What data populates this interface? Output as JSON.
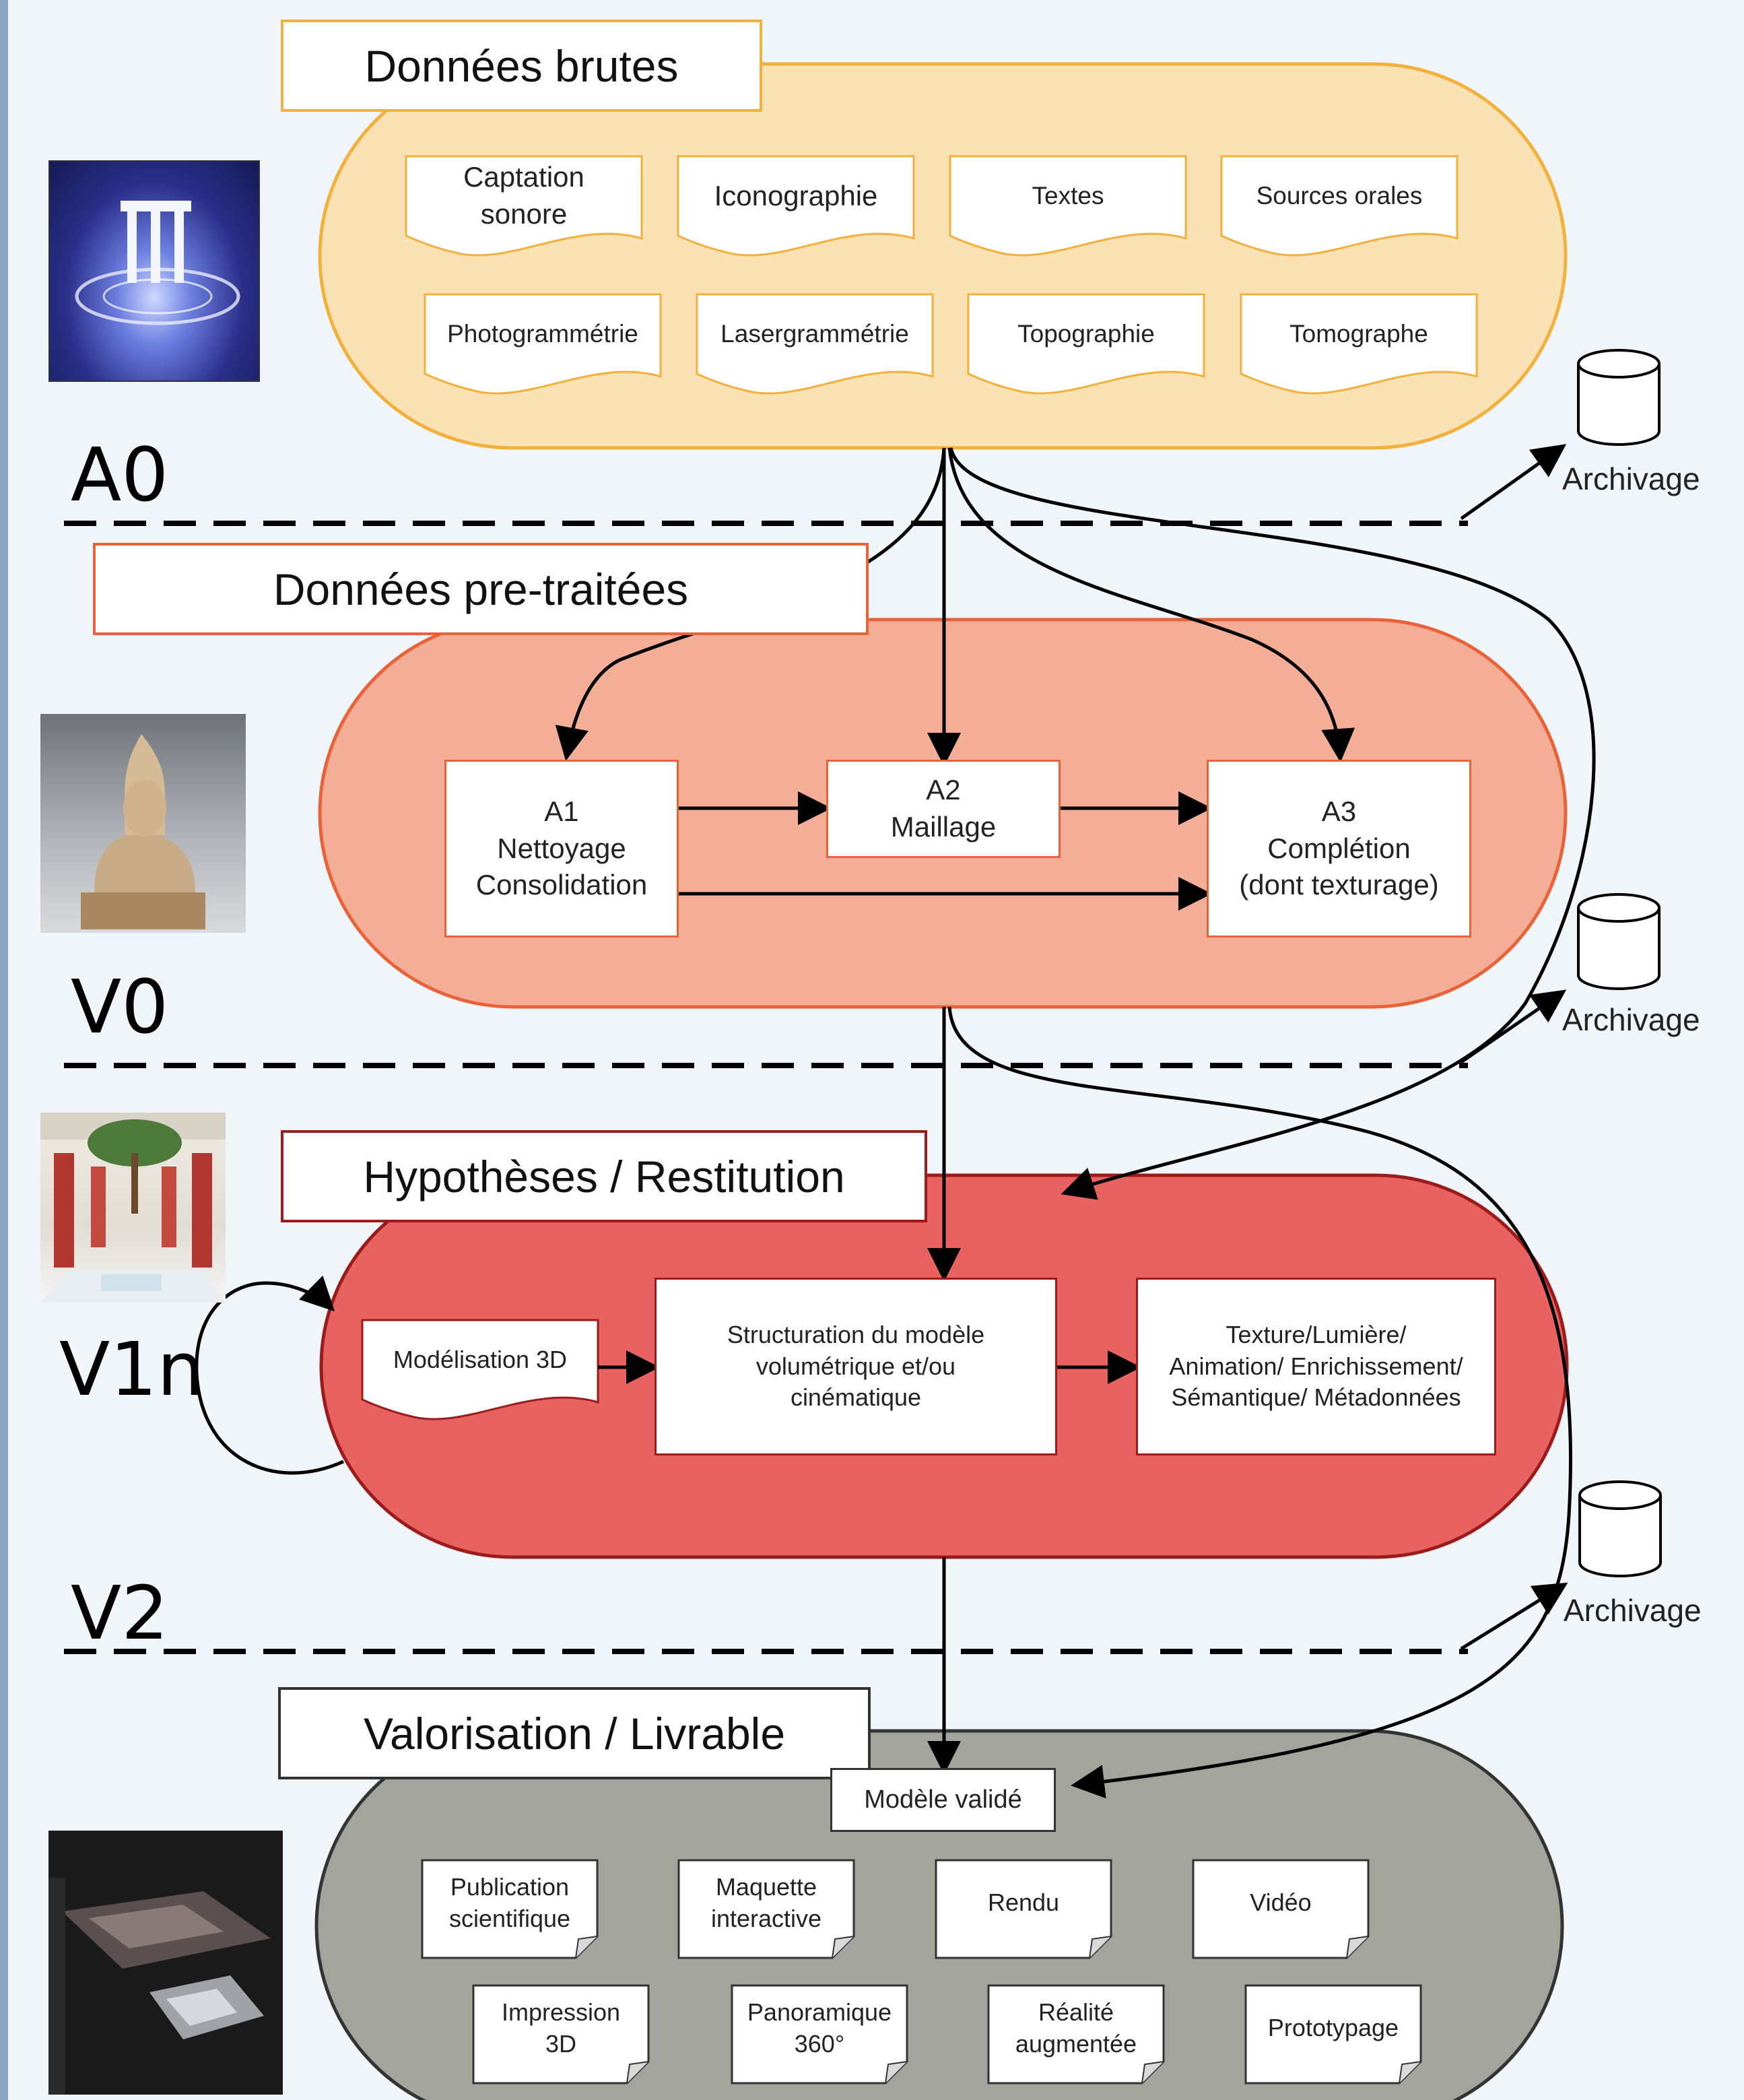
{
  "colors": {
    "background": "#f0f5fa",
    "raw_fill": "#fbe2b5",
    "raw_border": "#f2b03c",
    "pre_fill": "#f4ad96",
    "pre_border": "#e8623a",
    "hyp_fill": "#e86262",
    "hyp_border": "#9c1b1b",
    "val_fill": "#a3a49c",
    "val_border": "#333333"
  },
  "sections": {
    "raw": {
      "title": "Données brutes",
      "items": [
        "Captation\nsonore",
        "Iconographie",
        "Textes",
        "Sources orales",
        "Photogrammétrie",
        "Lasergrammétrie",
        "Topographie",
        "Tomographe"
      ]
    },
    "pre": {
      "title": "Données pre-traitées",
      "a1": "A1\nNettoyage\nConsolidation",
      "a2": "A2\nMaillage",
      "a3": "A3\nComplétion\n(dont texturage)"
    },
    "hyp": {
      "title": "Hypothèses / Restitution",
      "modelisation": "Modélisation 3D",
      "structuration": "Structuration du modèle\nvolumétrique et/ou\ncinématique",
      "texture": "Texture/Lumière/\nAnimation/ Enrichissement/\nSémantique/ Métadonnées"
    },
    "val": {
      "title": "Valorisation / Livrable",
      "modele_valide": "Modèle validé",
      "items": [
        "Publication\nscientifique",
        "Maquette\ninteractive",
        "Rendu",
        "Vidéo",
        "Impression\n3D",
        "Panoramique\n360°",
        "Réalité\naugmentée",
        "Prototypage"
      ]
    }
  },
  "levels": [
    "A0",
    "V0",
    "V1n",
    "V2"
  ],
  "archive": {
    "label": "Archivage",
    "icon": "database-cylinder-icon"
  }
}
